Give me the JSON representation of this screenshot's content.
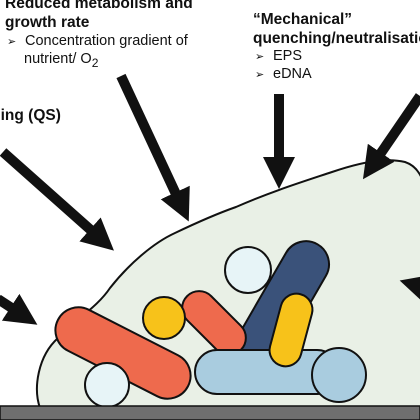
{
  "labels": {
    "metabolism": {
      "title_line1": "Reduced metabolism and",
      "title_line2": "growth rate",
      "bullet_text": "Concentration gradient of",
      "bullet_cont_text": "nutrient/ O",
      "bullet_cont_sub": "2"
    },
    "mechanical": {
      "title_line1": "“Mechanical”",
      "title_line2": "quenching/neutralisation",
      "bullet1": "EPS",
      "bullet2": "eDNA"
    },
    "quorum_sensing": "sing (QS)"
  },
  "bullet_glyph": "➢",
  "colors": {
    "matrix_fill": "#e9f0e6",
    "outline": "#111111",
    "arrow": "#111111",
    "cell_orange": "#ee6a4d",
    "cell_navy": "#3a527a",
    "cell_yellow": "#f7c21a",
    "cell_lightblue": "#a9ccdf",
    "cell_paleblue": "#e7f4f7",
    "surface": "#6f6f6f"
  }
}
